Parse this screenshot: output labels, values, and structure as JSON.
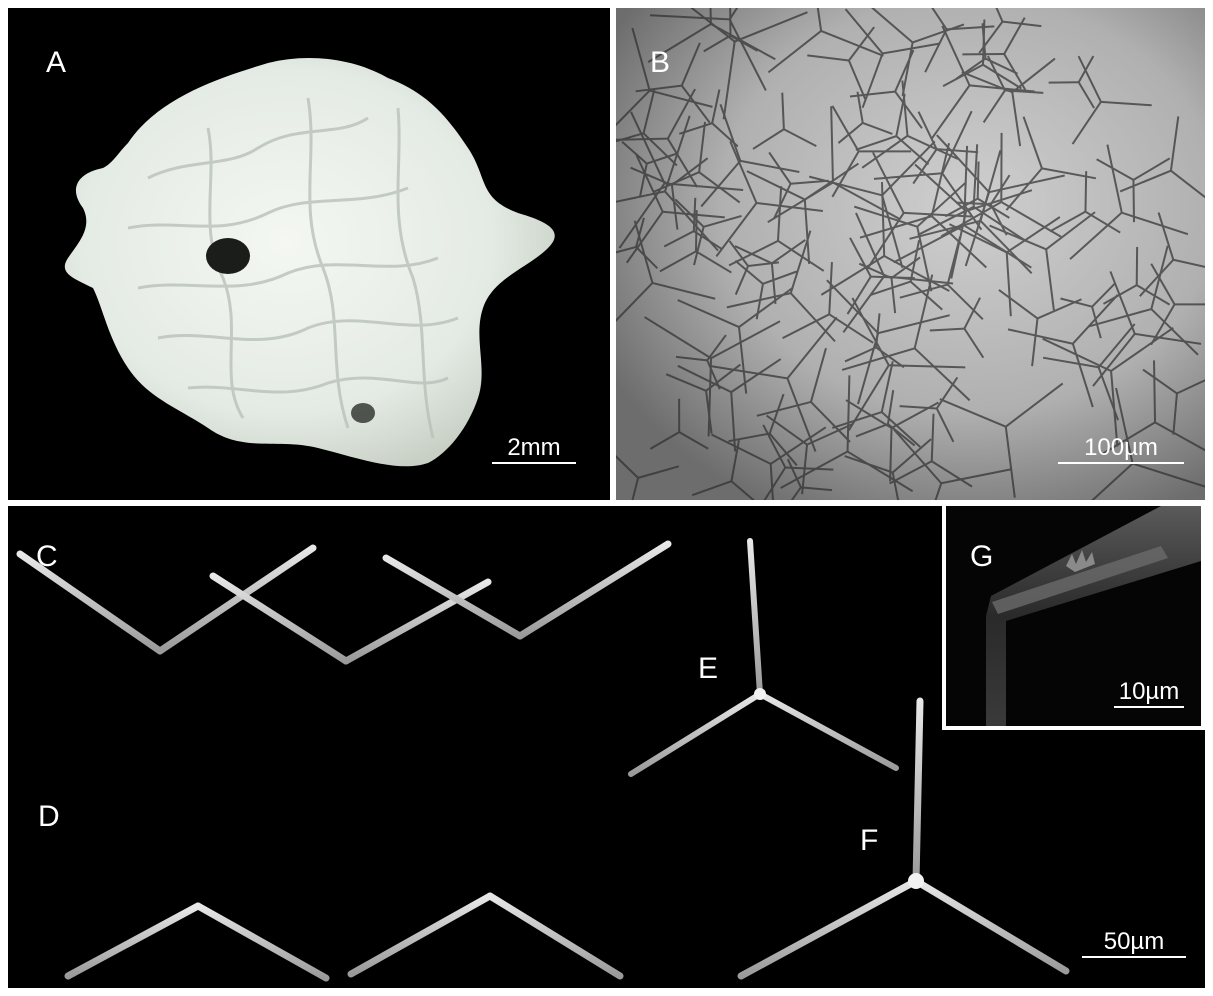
{
  "panels": {
    "A": {
      "label": "A",
      "scale_label": "2mm",
      "description_icon": "sponge-photo"
    },
    "B": {
      "label": "B",
      "scale_label": "100µm",
      "description_icon": "spicule-micrograph"
    },
    "C": {
      "label": "C"
    },
    "D": {
      "label": "D"
    },
    "E": {
      "label": "E"
    },
    "F": {
      "label": "F"
    },
    "G": {
      "label": "G",
      "scale_label": "10µm"
    },
    "sem_scale_label": "50µm"
  },
  "colors": {
    "background": "#000000",
    "border": "#ffffff",
    "sponge": "#eef3ee",
    "spicule": "#c9c9c9",
    "micrograph_bg": "#a9a9a9"
  }
}
